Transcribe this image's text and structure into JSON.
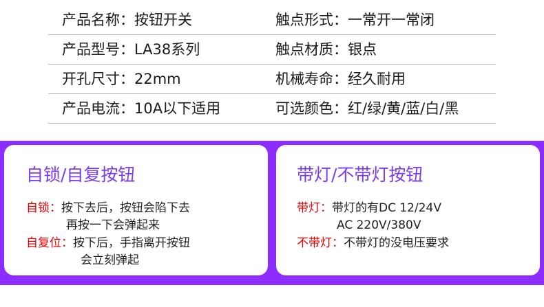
{
  "specs": {
    "rows": [
      {
        "left": "产品名称：按钮开关",
        "right": "触点形式：一常开一常闭"
      },
      {
        "left": "产品型号：LA38系列",
        "right": "触点材质：银点"
      },
      {
        "left": "开孔尺寸：22mm",
        "right": "机械寿命：经久耐用"
      },
      {
        "left": "产品电流：10A以下适用",
        "right": "可选颜色：红/绿/黄/蓝/白/黑"
      }
    ]
  },
  "panels": {
    "border_color": "#8c2cff",
    "title_color": "#7b3cf0",
    "tag_color": "#e60000",
    "left": {
      "title": "自锁/自复按钮",
      "notes": [
        {
          "tag": "自锁：",
          "line1": "按下去后，按钮会陷下去",
          "line2": "再按一下会弹起来"
        },
        {
          "tag": "自复位：",
          "line1": "按下后，手指离开按钮",
          "line2": "会立刻弹起"
        }
      ]
    },
    "right": {
      "title": "带灯/不带灯按钮",
      "notes": [
        {
          "tag": "带灯：",
          "line1": "带灯的有DC 12/24V",
          "line2": "AC 220V/380V"
        },
        {
          "tag": "不带灯：",
          "line1": "不带灯的没电压要求",
          "line2": ""
        }
      ]
    }
  }
}
